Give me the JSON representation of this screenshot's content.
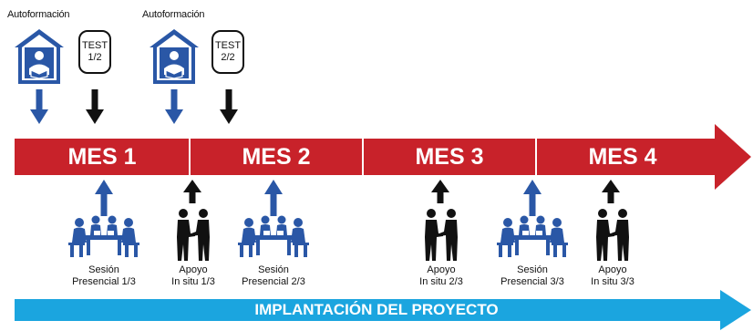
{
  "top_items": [
    {
      "kind": "self_training",
      "label": "Autoformación"
    },
    {
      "kind": "test",
      "text_line1": "TEST",
      "text_line2": "1/2"
    },
    {
      "kind": "self_training",
      "label": "Autoformación"
    },
    {
      "kind": "test",
      "text_line1": "TEST",
      "text_line2": "2/2"
    }
  ],
  "timeline": {
    "months": [
      "MES 1",
      "MES 2",
      "MES 3",
      "MES 4"
    ],
    "color": "#c8222a"
  },
  "sessions": [
    {
      "type": "presencial",
      "line1": "Sesión",
      "line2": "Presencial 1/3"
    },
    {
      "type": "apoyo",
      "line1": "Apoyo",
      "line2": "In situ 1/3"
    },
    {
      "type": "presencial",
      "line1": "Sesión",
      "line2": "Presencial 2/3"
    },
    {
      "type": "apoyo",
      "line1": "Apoyo",
      "line2": "In situ 2/3"
    },
    {
      "type": "presencial",
      "line1": "Sesión",
      "line2": "Presencial 3/3"
    },
    {
      "type": "apoyo",
      "line1": "Apoyo",
      "line2": "In situ 3/3"
    }
  ],
  "bottom_bar": {
    "label": "IMPLANTACIÓN DEL PROYECTO",
    "color": "#1ba5df"
  },
  "colors": {
    "blue": "#2a57a6",
    "black": "#111111"
  }
}
